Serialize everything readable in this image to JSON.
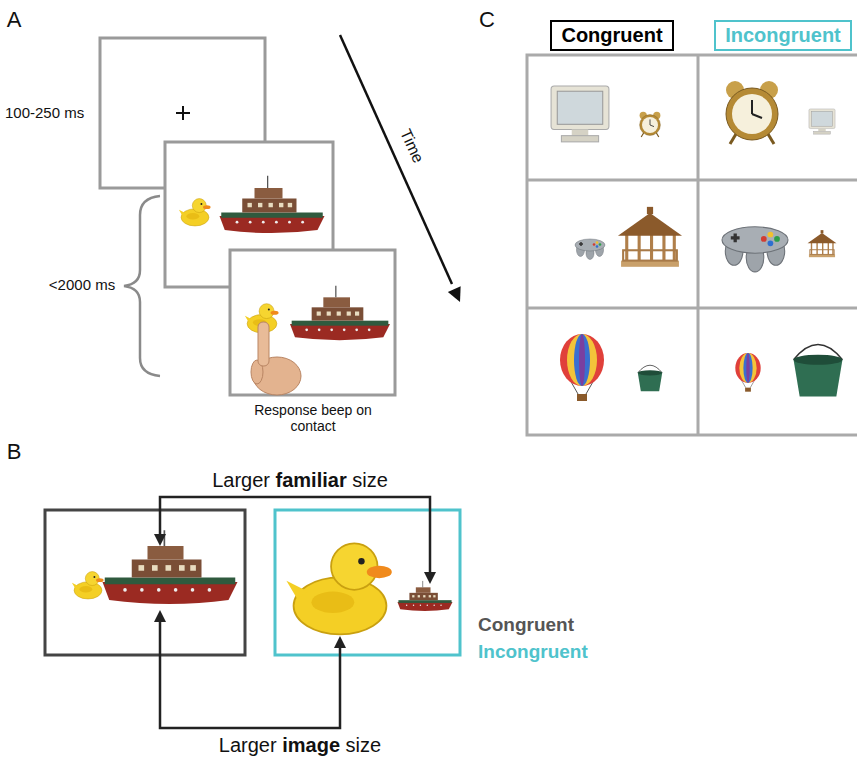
{
  "diagram": {
    "nodes": [
      {
        "text": [
          "Congruent"
        ]
      },
      {
        "text": [
          "Incongruent"
        ]
      }
    ],
    "labels": [
      "A",
      "100-250 ms",
      "<2000 ms",
      "Time",
      "Response beep on contact",
      "C",
      "B",
      "Larger familiar size",
      "Larger image size",
      "Congruent",
      "Incongruent"
    ]
  }
}
